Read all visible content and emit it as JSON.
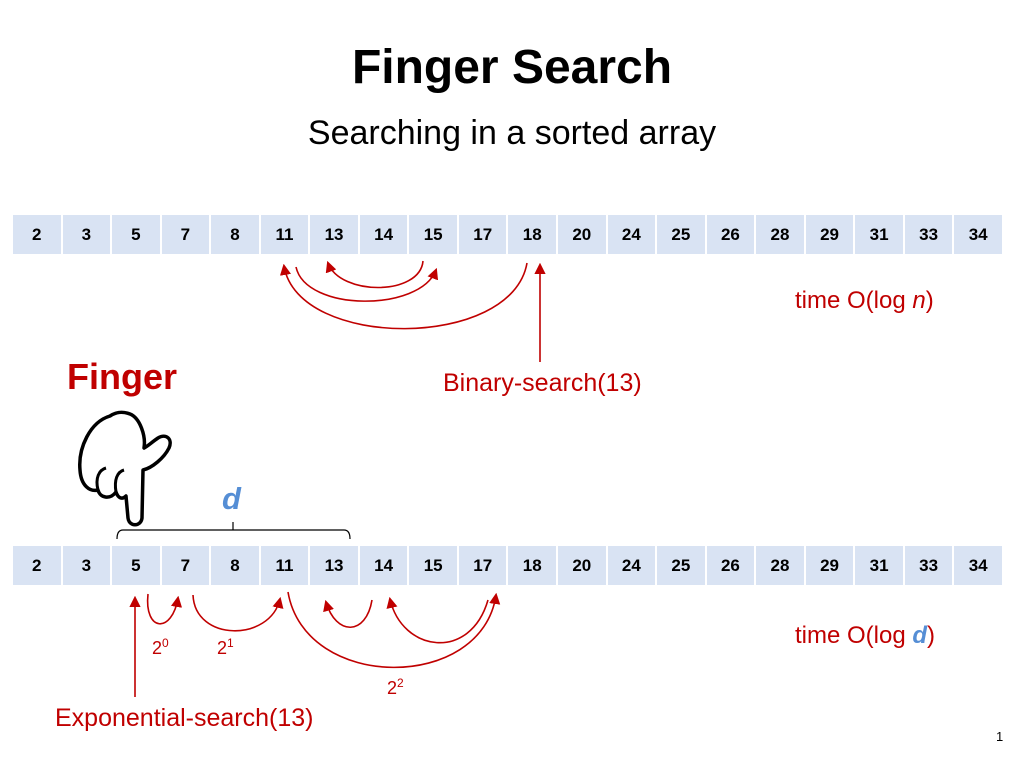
{
  "slide": {
    "title": "Finger Search",
    "subtitle": "Searching in a sorted array",
    "page_number": "1"
  },
  "arrays": {
    "top": [
      2,
      3,
      5,
      7,
      8,
      11,
      13,
      14,
      15,
      17,
      18,
      20,
      24,
      25,
      26,
      28,
      29,
      31,
      33,
      34
    ],
    "bottom": [
      2,
      3,
      5,
      7,
      8,
      11,
      13,
      14,
      15,
      17,
      18,
      20,
      24,
      25,
      26,
      28,
      29,
      31,
      33,
      34
    ]
  },
  "binary_search": {
    "label": "Binary-search(13)",
    "time_prefix": "time O(log ",
    "time_var": "n",
    "time_suffix": ")"
  },
  "finger": {
    "label": "Finger",
    "distance_label": "d",
    "icon": "pointing-hand-icon"
  },
  "exponential_search": {
    "label": "Exponential-search(13)",
    "steps": [
      {
        "base": "2",
        "exp": "0"
      },
      {
        "base": "2",
        "exp": "1"
      },
      {
        "base": "2",
        "exp": "2"
      }
    ],
    "time_prefix": "time O(log ",
    "time_var": "d",
    "time_suffix": ")"
  },
  "colors": {
    "accent_red": "#c00000",
    "accent_blue": "#558ed5",
    "cell_fill": "#d9e3f3",
    "text": "#000000"
  }
}
